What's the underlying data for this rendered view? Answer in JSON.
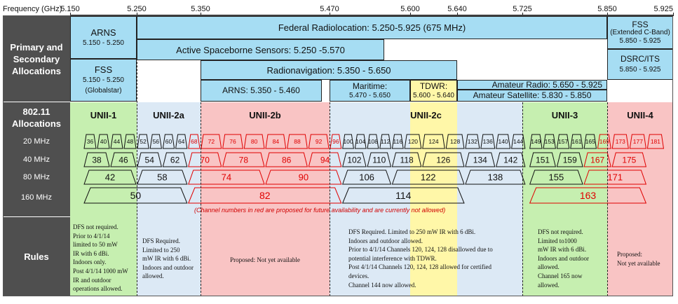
{
  "axis": {
    "label": "Frequency (GHz)",
    "ticks": [
      {
        "value": "5.150",
        "f": 5.15
      },
      {
        "value": "5.250",
        "f": 5.25
      },
      {
        "value": "5.350",
        "f": 5.35
      },
      {
        "value": "5.470",
        "f": 5.47
      },
      {
        "value": "5.600",
        "f": 5.6
      },
      {
        "value": "5.640",
        "f": 5.64
      },
      {
        "value": "5.725",
        "f": 5.725
      },
      {
        "value": "5.850",
        "f": 5.85
      },
      {
        "value": "5.925",
        "f": 5.925
      }
    ]
  },
  "sections": {
    "primary": "Primary and Secondary Allocations",
    "wifi": "802.11 Allocations",
    "rules": "Rules"
  },
  "widths": [
    "20 MHz",
    "40 MHz",
    "80 MHz",
    "160 MHz"
  ],
  "allocations": {
    "arns_top": {
      "name": "ARNS",
      "range": "5.150 - 5.250"
    },
    "fss_left": {
      "name": "FSS",
      "range": "5.150 - 5.250",
      "note": "(Globalstar)"
    },
    "federal_radiolocation": "Federal Radiolocation: 5.250-5.925 (675 MHz)",
    "active_spaceborne": "Active Spaceborne Sensors: 5.250 -5.570",
    "radionavigation": "Radionavigation: 5.350 - 5.650",
    "arns_mid": "ARNS: 5.350 - 5.460",
    "maritime": {
      "name": "Maritime:",
      "range": "5.470 - 5.650"
    },
    "tdwr": {
      "name": "TDWR:",
      "range": "5.600 - 5.640"
    },
    "amateur_radio": "Amateur Radio: 5.650 - 5.925",
    "amateur_satellite": "Amateur Satellite: 5.830 - 5.850",
    "fss_right": {
      "name": "FSS",
      "note": "(Extended C-Band)",
      "range": "5.850 - 5.925"
    },
    "dsrc": {
      "name": "DSRC/ITS",
      "range": "5.850 - 5.925"
    }
  },
  "unii": [
    {
      "name": "UNII-1",
      "from": 5.15,
      "to": 5.25,
      "color": "#c6efb0"
    },
    {
      "name": "UNII-2a",
      "from": 5.25,
      "to": 5.35,
      "color": "#dce9f5"
    },
    {
      "name": "UNII-2b",
      "from": 5.35,
      "to": 5.47,
      "color": "#f9c4c4"
    },
    {
      "name": "UNII-2c",
      "from": 5.47,
      "to": 5.725,
      "color": "#dce9f5"
    },
    {
      "name": "UNII-3",
      "from": 5.725,
      "to": 5.85,
      "color": "#c6efb0"
    },
    {
      "name": "UNII-4",
      "from": 5.85,
      "to": 5.925,
      "color": "#f9c4c4"
    }
  ],
  "tdwr_color": "#fff7a8",
  "channels": {
    "ch20": [
      {
        "n": "36",
        "f": 5.18,
        "proposed": false
      },
      {
        "n": "40",
        "f": 5.2,
        "proposed": false
      },
      {
        "n": "44",
        "f": 5.22,
        "proposed": false
      },
      {
        "n": "48",
        "f": 5.24,
        "proposed": false
      },
      {
        "n": "52",
        "f": 5.26,
        "proposed": false
      },
      {
        "n": "56",
        "f": 5.28,
        "proposed": false
      },
      {
        "n": "60",
        "f": 5.3,
        "proposed": false
      },
      {
        "n": "64",
        "f": 5.32,
        "proposed": false
      },
      {
        "n": "68",
        "f": 5.34,
        "proposed": true
      },
      {
        "n": "72",
        "f": 5.36,
        "proposed": true
      },
      {
        "n": "76",
        "f": 5.38,
        "proposed": true
      },
      {
        "n": "80",
        "f": 5.4,
        "proposed": true
      },
      {
        "n": "84",
        "f": 5.42,
        "proposed": true
      },
      {
        "n": "88",
        "f": 5.44,
        "proposed": true
      },
      {
        "n": "92",
        "f": 5.46,
        "proposed": true
      },
      {
        "n": "96",
        "f": 5.48,
        "proposed": true
      },
      {
        "n": "100",
        "f": 5.5,
        "proposed": false
      },
      {
        "n": "104",
        "f": 5.52,
        "proposed": false
      },
      {
        "n": "108",
        "f": 5.54,
        "proposed": false
      },
      {
        "n": "112",
        "f": 5.56,
        "proposed": false
      },
      {
        "n": "116",
        "f": 5.58,
        "proposed": false
      },
      {
        "n": "120",
        "f": 5.6,
        "proposed": false
      },
      {
        "n": "124",
        "f": 5.62,
        "proposed": false
      },
      {
        "n": "128",
        "f": 5.64,
        "proposed": false
      },
      {
        "n": "132",
        "f": 5.66,
        "proposed": false
      },
      {
        "n": "136",
        "f": 5.68,
        "proposed": false
      },
      {
        "n": "140",
        "f": 5.7,
        "proposed": false
      },
      {
        "n": "144",
        "f": 5.72,
        "proposed": false
      },
      {
        "n": "149",
        "f": 5.745,
        "proposed": false
      },
      {
        "n": "153",
        "f": 5.765,
        "proposed": false
      },
      {
        "n": "157",
        "f": 5.785,
        "proposed": false
      },
      {
        "n": "161",
        "f": 5.805,
        "proposed": false
      },
      {
        "n": "165",
        "f": 5.825,
        "proposed": false
      },
      {
        "n": "169",
        "f": 5.845,
        "proposed": true
      },
      {
        "n": "173",
        "f": 5.865,
        "proposed": true
      },
      {
        "n": "177",
        "f": 5.885,
        "proposed": true
      },
      {
        "n": "181",
        "f": 5.905,
        "proposed": true
      }
    ],
    "ch40": [
      {
        "n": "38",
        "f": 5.19,
        "proposed": false
      },
      {
        "n": "46",
        "f": 5.23,
        "proposed": false
      },
      {
        "n": "54",
        "f": 5.27,
        "proposed": false
      },
      {
        "n": "62",
        "f": 5.31,
        "proposed": false
      },
      {
        "n": "70",
        "f": 5.35,
        "proposed": true
      },
      {
        "n": "78",
        "f": 5.39,
        "proposed": true
      },
      {
        "n": "86",
        "f": 5.43,
        "proposed": true
      },
      {
        "n": "94",
        "f": 5.47,
        "proposed": true
      },
      {
        "n": "102",
        "f": 5.51,
        "proposed": false
      },
      {
        "n": "110",
        "f": 5.55,
        "proposed": false
      },
      {
        "n": "118",
        "f": 5.59,
        "proposed": false
      },
      {
        "n": "126",
        "f": 5.63,
        "proposed": false
      },
      {
        "n": "134",
        "f": 5.67,
        "proposed": false
      },
      {
        "n": "142",
        "f": 5.71,
        "proposed": false
      },
      {
        "n": "151",
        "f": 5.755,
        "proposed": false
      },
      {
        "n": "159",
        "f": 5.795,
        "proposed": false
      },
      {
        "n": "167",
        "f": 5.835,
        "proposed": true
      },
      {
        "n": "175",
        "f": 5.875,
        "proposed": true
      }
    ],
    "ch80": [
      {
        "n": "42",
        "f": 5.21,
        "proposed": false
      },
      {
        "n": "58",
        "f": 5.29,
        "proposed": false
      },
      {
        "n": "74",
        "f": 5.37,
        "proposed": true
      },
      {
        "n": "90",
        "f": 5.45,
        "proposed": true
      },
      {
        "n": "106",
        "f": 5.53,
        "proposed": false
      },
      {
        "n": "122",
        "f": 5.61,
        "proposed": false
      },
      {
        "n": "138",
        "f": 5.69,
        "proposed": false
      },
      {
        "n": "155",
        "f": 5.775,
        "proposed": false
      },
      {
        "n": "171",
        "f": 5.855,
        "proposed": true
      }
    ],
    "ch160": [
      {
        "n": "50",
        "f": 5.25,
        "proposed": false
      },
      {
        "n": "82",
        "f": 5.41,
        "proposed": true
      },
      {
        "n": "114",
        "f": 5.57,
        "proposed": false
      },
      {
        "n": "163",
        "f": 5.815,
        "proposed": true
      }
    ]
  },
  "proposed_note": "(Channel numbers in red are proposed for future availability and are currently not allowed)",
  "rules": {
    "unii1": "DFS not required.\nPrior to 4/1/14\nlimited to 50 mW\nIR with 6 dBi.\nIndoors only.\nPost 4/1/14 1000 mW\nIR and outdoor\noperations allowed.",
    "unii2a": "DFS Required.\nLimited to 250\nmW IR with 6 dBi.\nIndoors and outdoor\nallowed.",
    "unii2b": "Proposed: Not yet available",
    "unii2c": "DFS Required.  Limited to 250 mW IR with 6 dBi.\nIndoors and outdoor allowed.\nPrior to 4/1/14 Channels 120, 124, 128 disallowed due to\npotential interference with TDWR.\nPost 4/1/14 Channels 120, 124, 128 allowed for certified\ndevices.\nChannel 144 now allowed.",
    "unii3": "DFS not required.\nLimited to1000\nmW IR with 6 dBi.\nIndoors and outdoor\nallowed.\nChannel 165 now\nallowed.",
    "unii4": "Proposed:\nNot yet available"
  }
}
